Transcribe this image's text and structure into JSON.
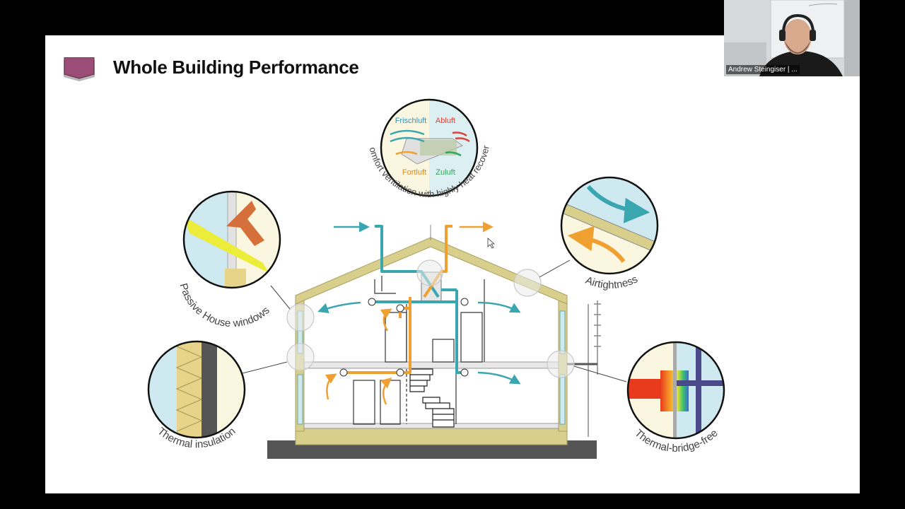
{
  "slide": {
    "title": "Whole Building Performance"
  },
  "webcam": {
    "participant_name": "Andrew Steingiser | ..."
  },
  "diagram": {
    "callouts": {
      "windows": "Passive House windows",
      "ventilation": "Comfort ventilation with highly heat recovery",
      "airtightness": "Airtightness",
      "insulation": "Thermal insulation",
      "thermal_bridge": "Thermal-bridge-free"
    },
    "hrv_labels": {
      "fresh_air": "Frischluft",
      "exhaust_air": "Abluft",
      "outgoing_air": "Fortluft",
      "supply_air": "Zuluft"
    }
  },
  "colors": {
    "title_icon": "#9b4d77",
    "fresh_air": "#3aa6b0",
    "exhaust_air": "#f0a030",
    "insulation": "#d8cf8c",
    "sky": "#cfe9f0"
  }
}
